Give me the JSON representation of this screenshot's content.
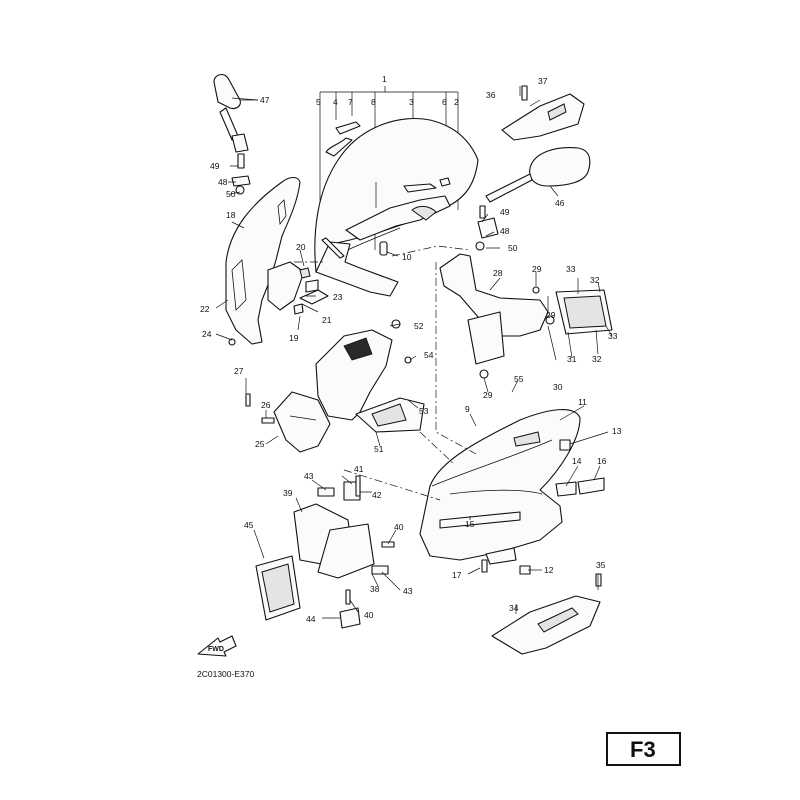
{
  "diagram": {
    "drawing_code": "2C01300-E370",
    "page_number": "F3",
    "forward_arrow_text": "FWD",
    "callouts": {
      "c1": "1",
      "c2": "2",
      "c3": "3",
      "c4": "4",
      "c5": "5",
      "c6": "6",
      "c7": "7",
      "c8": "8",
      "c9": "9",
      "c10": "10",
      "c11": "11",
      "c12": "12",
      "c13": "13",
      "c14": "14",
      "c15": "15",
      "c16": "16",
      "c17": "17",
      "c18": "18",
      "c19": "19",
      "c20": "20",
      "c21": "21",
      "c22": "22",
      "c23": "23",
      "c24": "24",
      "c25": "25",
      "c26": "26",
      "c27": "27",
      "c28": "28",
      "c29": "29",
      "c30": "30",
      "c31": "31",
      "c32": "32",
      "c33": "33",
      "c34": "34",
      "c35": "35",
      "c36": "36",
      "c37": "37",
      "c38": "38",
      "c39": "39",
      "c40": "40",
      "c41": "41",
      "c42": "42",
      "c43": "43",
      "c44": "44",
      "c45": "45",
      "c46": "46",
      "c47": "47",
      "c48": "48",
      "c49": "49",
      "c50": "50",
      "c51": "51",
      "c52": "52",
      "c53": "53",
      "c54": "54",
      "c55": "55"
    }
  }
}
